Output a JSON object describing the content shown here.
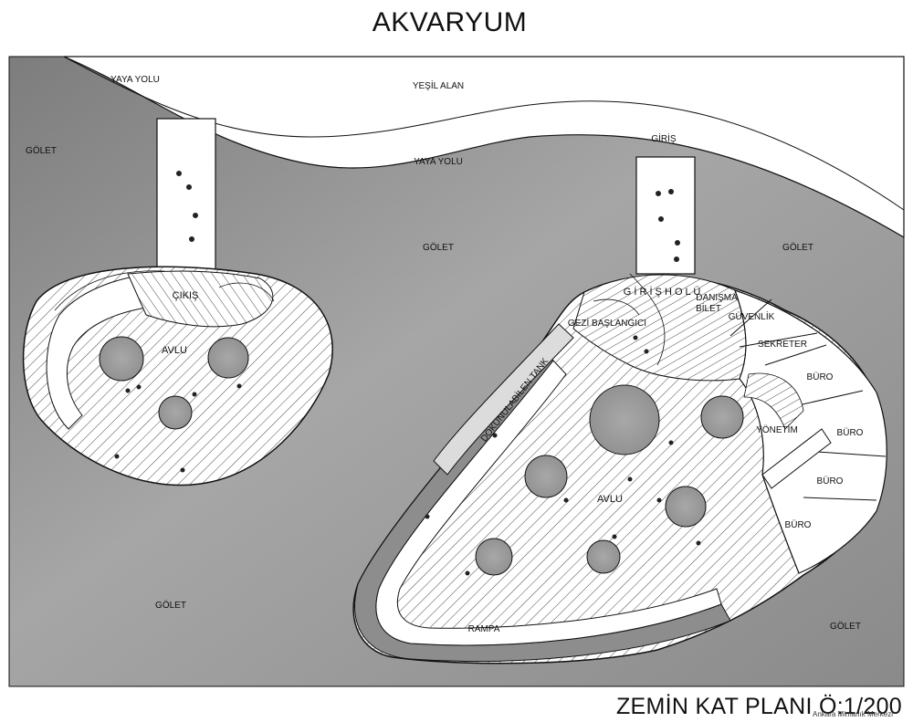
{
  "title": "AKVARYUM",
  "subtitle": "ZEMİN KAT PLANI  Ö:1/200",
  "credit": "Ankara Mimarlık Merkezi",
  "labels": {
    "yaya_yolu_top": "YAYA YOLU",
    "yesil_alan": "YEŞİL ALAN",
    "giris": "GİRİŞ",
    "yaya_yolu_mid": "YAYA YOLU",
    "golet_left": "GÖLET",
    "golet_center": "GÖLET",
    "golet_right": "GÖLET",
    "golet_bottom_left": "GÖLET",
    "golet_bottom_right": "GÖLET",
    "cikis": "ÇIKIŞ",
    "avlu_left": "AVLU",
    "giris_holu": "G İ R İ Ş  H O L Ü",
    "danisma": "DANIŞMA",
    "bilet": "BİLET",
    "guvenlik": "GÜVENLİK",
    "gezi": "GEZİ BAŞLANGICI",
    "sekreter": "SEKRETER",
    "buro_1": "BÜRO",
    "buro_2": "BÜRO",
    "buro_3": "BÜRO",
    "buro_4": "BÜRO",
    "yonetim": "YÖNETİM",
    "tank": "DOKUNULABİLEN TANK",
    "avlu_right": "AVLU",
    "rampa": "RAMPA"
  },
  "colors": {
    "water": "#8f8f8f",
    "pool": "#9a9a9a",
    "path": "#ffffff",
    "line": "#111111"
  }
}
